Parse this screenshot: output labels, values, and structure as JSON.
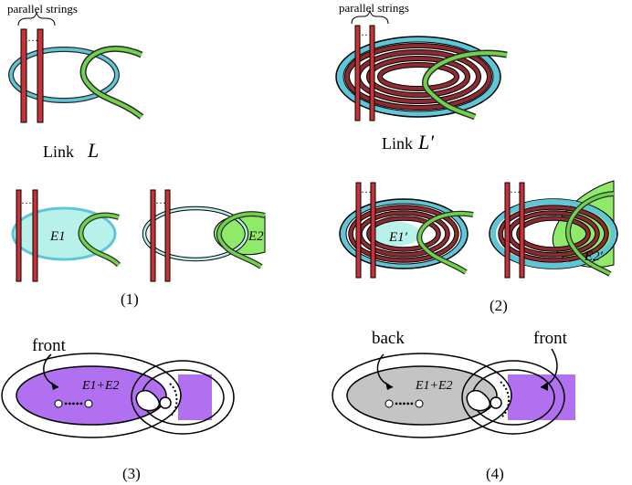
{
  "panel_tl": {
    "brace_label": "parallel strings",
    "link_word": "Link",
    "link_symbol": "L"
  },
  "panel_tr": {
    "brace_label": "parallel strings",
    "link_word": "Link",
    "link_symbol": "L′"
  },
  "surfaces_left": {
    "e1_label": "E1",
    "e2_label": "E2",
    "caption": "(1)"
  },
  "surfaces_right": {
    "e1_label": "E1′",
    "e2_label": "E2′",
    "caption": "(2)"
  },
  "panel_3": {
    "pointer_label": "front",
    "sum_label": "E1+E2",
    "caption": "(3)"
  },
  "panel_4": {
    "left_pointer_label": "back",
    "right_pointer_label": "front",
    "sum_label": "E1+E2",
    "caption": "(4)"
  },
  "colors": {
    "red_string": "#c8333a",
    "cyan_ring": "#5ec6d6",
    "cyan_fill": "#b8f0ea",
    "green_ring": "#6fd24a",
    "green_fill": "#8fea6a",
    "purple_fill": "#b070f0",
    "gray_fill": "#c4c4c4"
  }
}
